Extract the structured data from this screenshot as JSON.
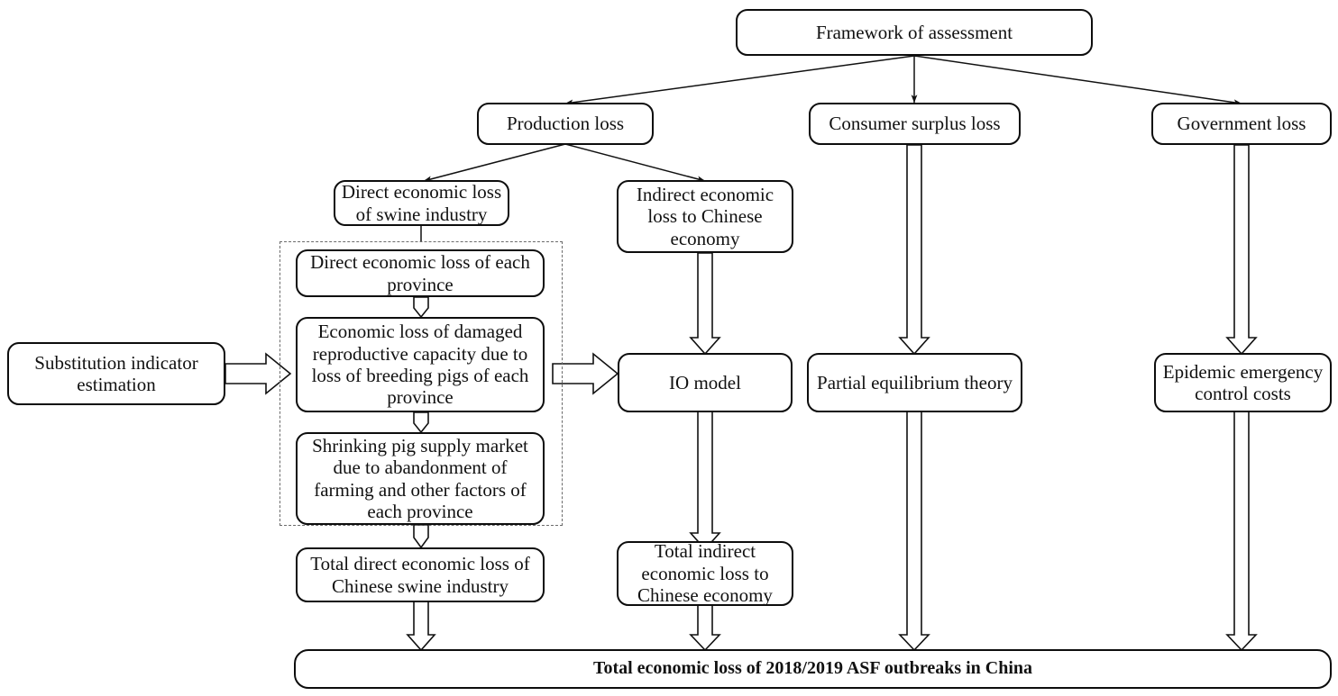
{
  "figure": {
    "type": "flowchart",
    "title_node": "Framework of assessment",
    "orientation": "top-down"
  },
  "nodes": {
    "framework": {
      "label": "Framework of assessment"
    },
    "production_loss": {
      "label": "Production loss"
    },
    "consumer_surplus_loss": {
      "label": "Consumer surplus loss"
    },
    "government_loss": {
      "label": "Government loss"
    },
    "direct_swine": {
      "label": "Direct economic loss\nof swine industry"
    },
    "indirect_chinese": {
      "label": "Indirect economic\nloss to Chinese\neconomy"
    },
    "direct_province": {
      "label": "Direct economic loss of each\nprovince"
    },
    "reproductive": {
      "label": "Economic loss of damaged\nreproductive capacity due to\nloss of breeding pigs of each\nprovince"
    },
    "shrinking": {
      "label": "Shrinking pig supply market\ndue to abandonment of\nfarming and other factors of\neach province"
    },
    "substitution": {
      "label": "Substitution indicator\nestimation"
    },
    "io_model": {
      "label": "IO model"
    },
    "partial_equilibrium": {
      "label": "Partial equilibrium theory"
    },
    "epidemic_costs": {
      "label": "Epidemic emergency\ncontrol costs"
    },
    "total_direct": {
      "label": "Total direct economic loss of\nChinese swine industry"
    },
    "total_indirect": {
      "label": "Total indirect\neconomic loss to\nChinese economy"
    },
    "total_economic": {
      "label": "Total economic loss of 2018/2019 ASF outbreaks in China"
    }
  },
  "groups": {
    "province_group": {
      "label": ""
    }
  },
  "colors": {
    "stroke": "#0d0d0d",
    "dashed_stroke": "#6b6b6b",
    "background": "#ffffff",
    "text": "#111111"
  }
}
